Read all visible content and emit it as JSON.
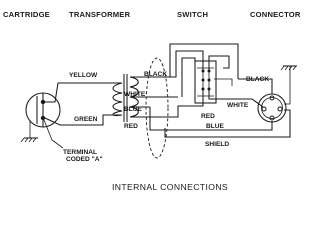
{
  "headers": {
    "cartridge": "CARTRIDGE",
    "transformer": "TRANSFORMER",
    "switch": "SWITCH",
    "connector": "CONNECTOR"
  },
  "wires": {
    "yellow": "YELLOW",
    "green": "GREEN",
    "black_transformer": "BLACK",
    "white_transformer": "WHITE",
    "blue_transformer": "BLUE",
    "red_transformer": "RED",
    "black_connector": "BLACK",
    "red_switch": "RED",
    "white_connector": "WHITE",
    "blue_bottom": "BLUE",
    "shield": "SHIELD"
  },
  "terminal": {
    "line1": "TERMINAL",
    "line2": "CODED \"A\""
  },
  "caption": "INTERNAL CONNECTIONS"
}
